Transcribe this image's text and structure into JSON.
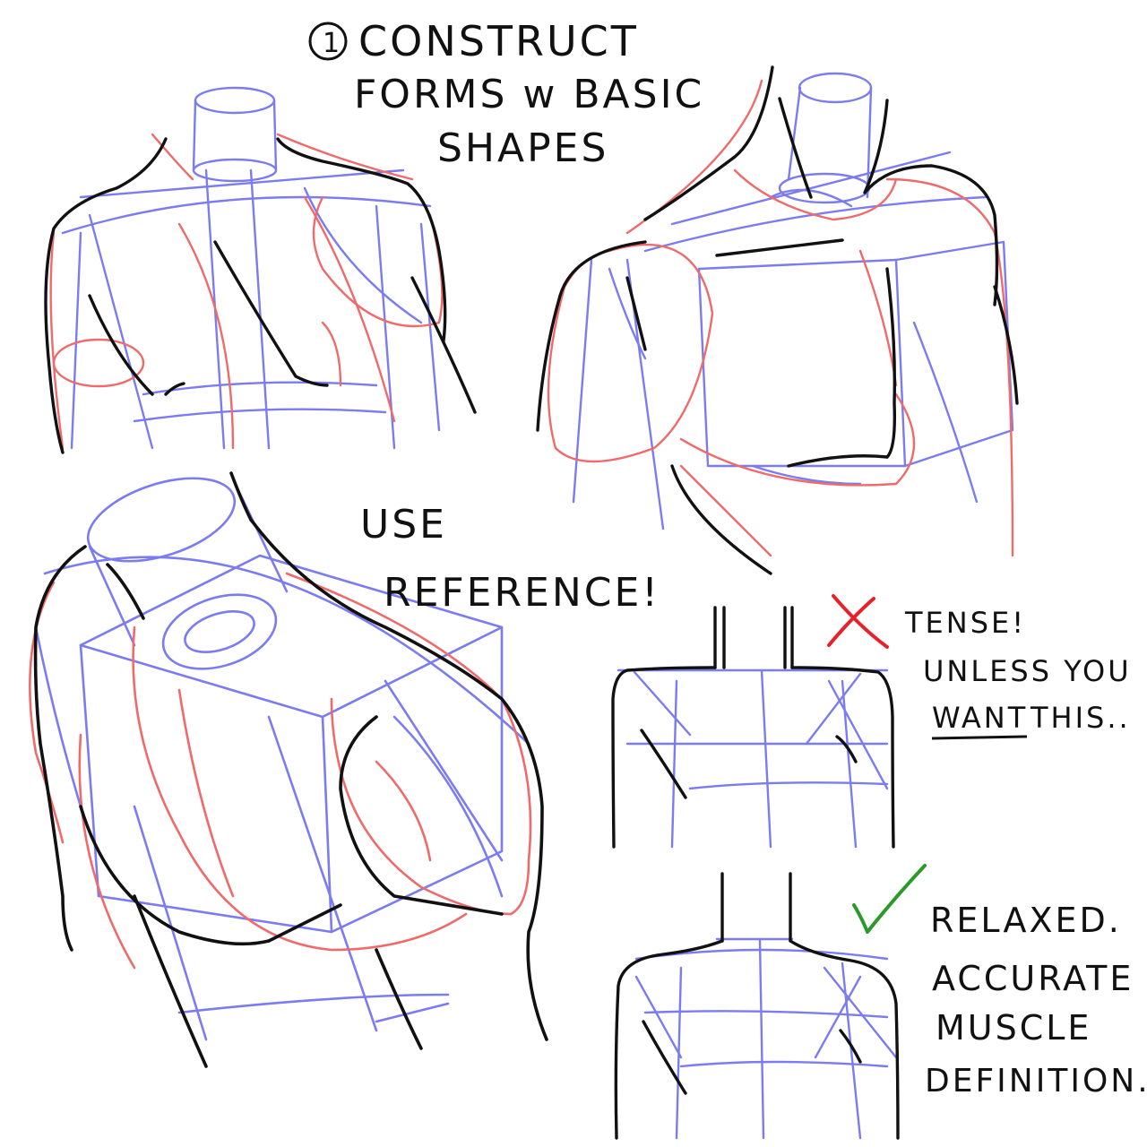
{
  "title": {
    "step_number": "1",
    "line1": "CONSTRUCT",
    "line2": "FORMS w BASIC",
    "line3": "SHAPES"
  },
  "reference_note": {
    "line1": "USE",
    "line2": "REFERENCE!"
  },
  "tense_note": {
    "line1": "TENSE!",
    "line2": "UNLESS YOU",
    "line3_emphasis": "WANT",
    "line3_rest": "THIS.."
  },
  "relaxed_note": {
    "line1": "RELAXED.",
    "line2": "ACCURATE",
    "line3": "MUSCLE",
    "line4": "DEFINITION."
  },
  "colors": {
    "ink": "#111111",
    "construction_blue": "#7b7bf2",
    "anatomy_red": "#ef6a6a",
    "wrong_mark": "#e8202a",
    "right_mark": "#2a9a2a",
    "background": "#ffffff"
  },
  "icons": {
    "wrong": "red-x-mark-icon",
    "right": "green-check-mark-icon"
  }
}
